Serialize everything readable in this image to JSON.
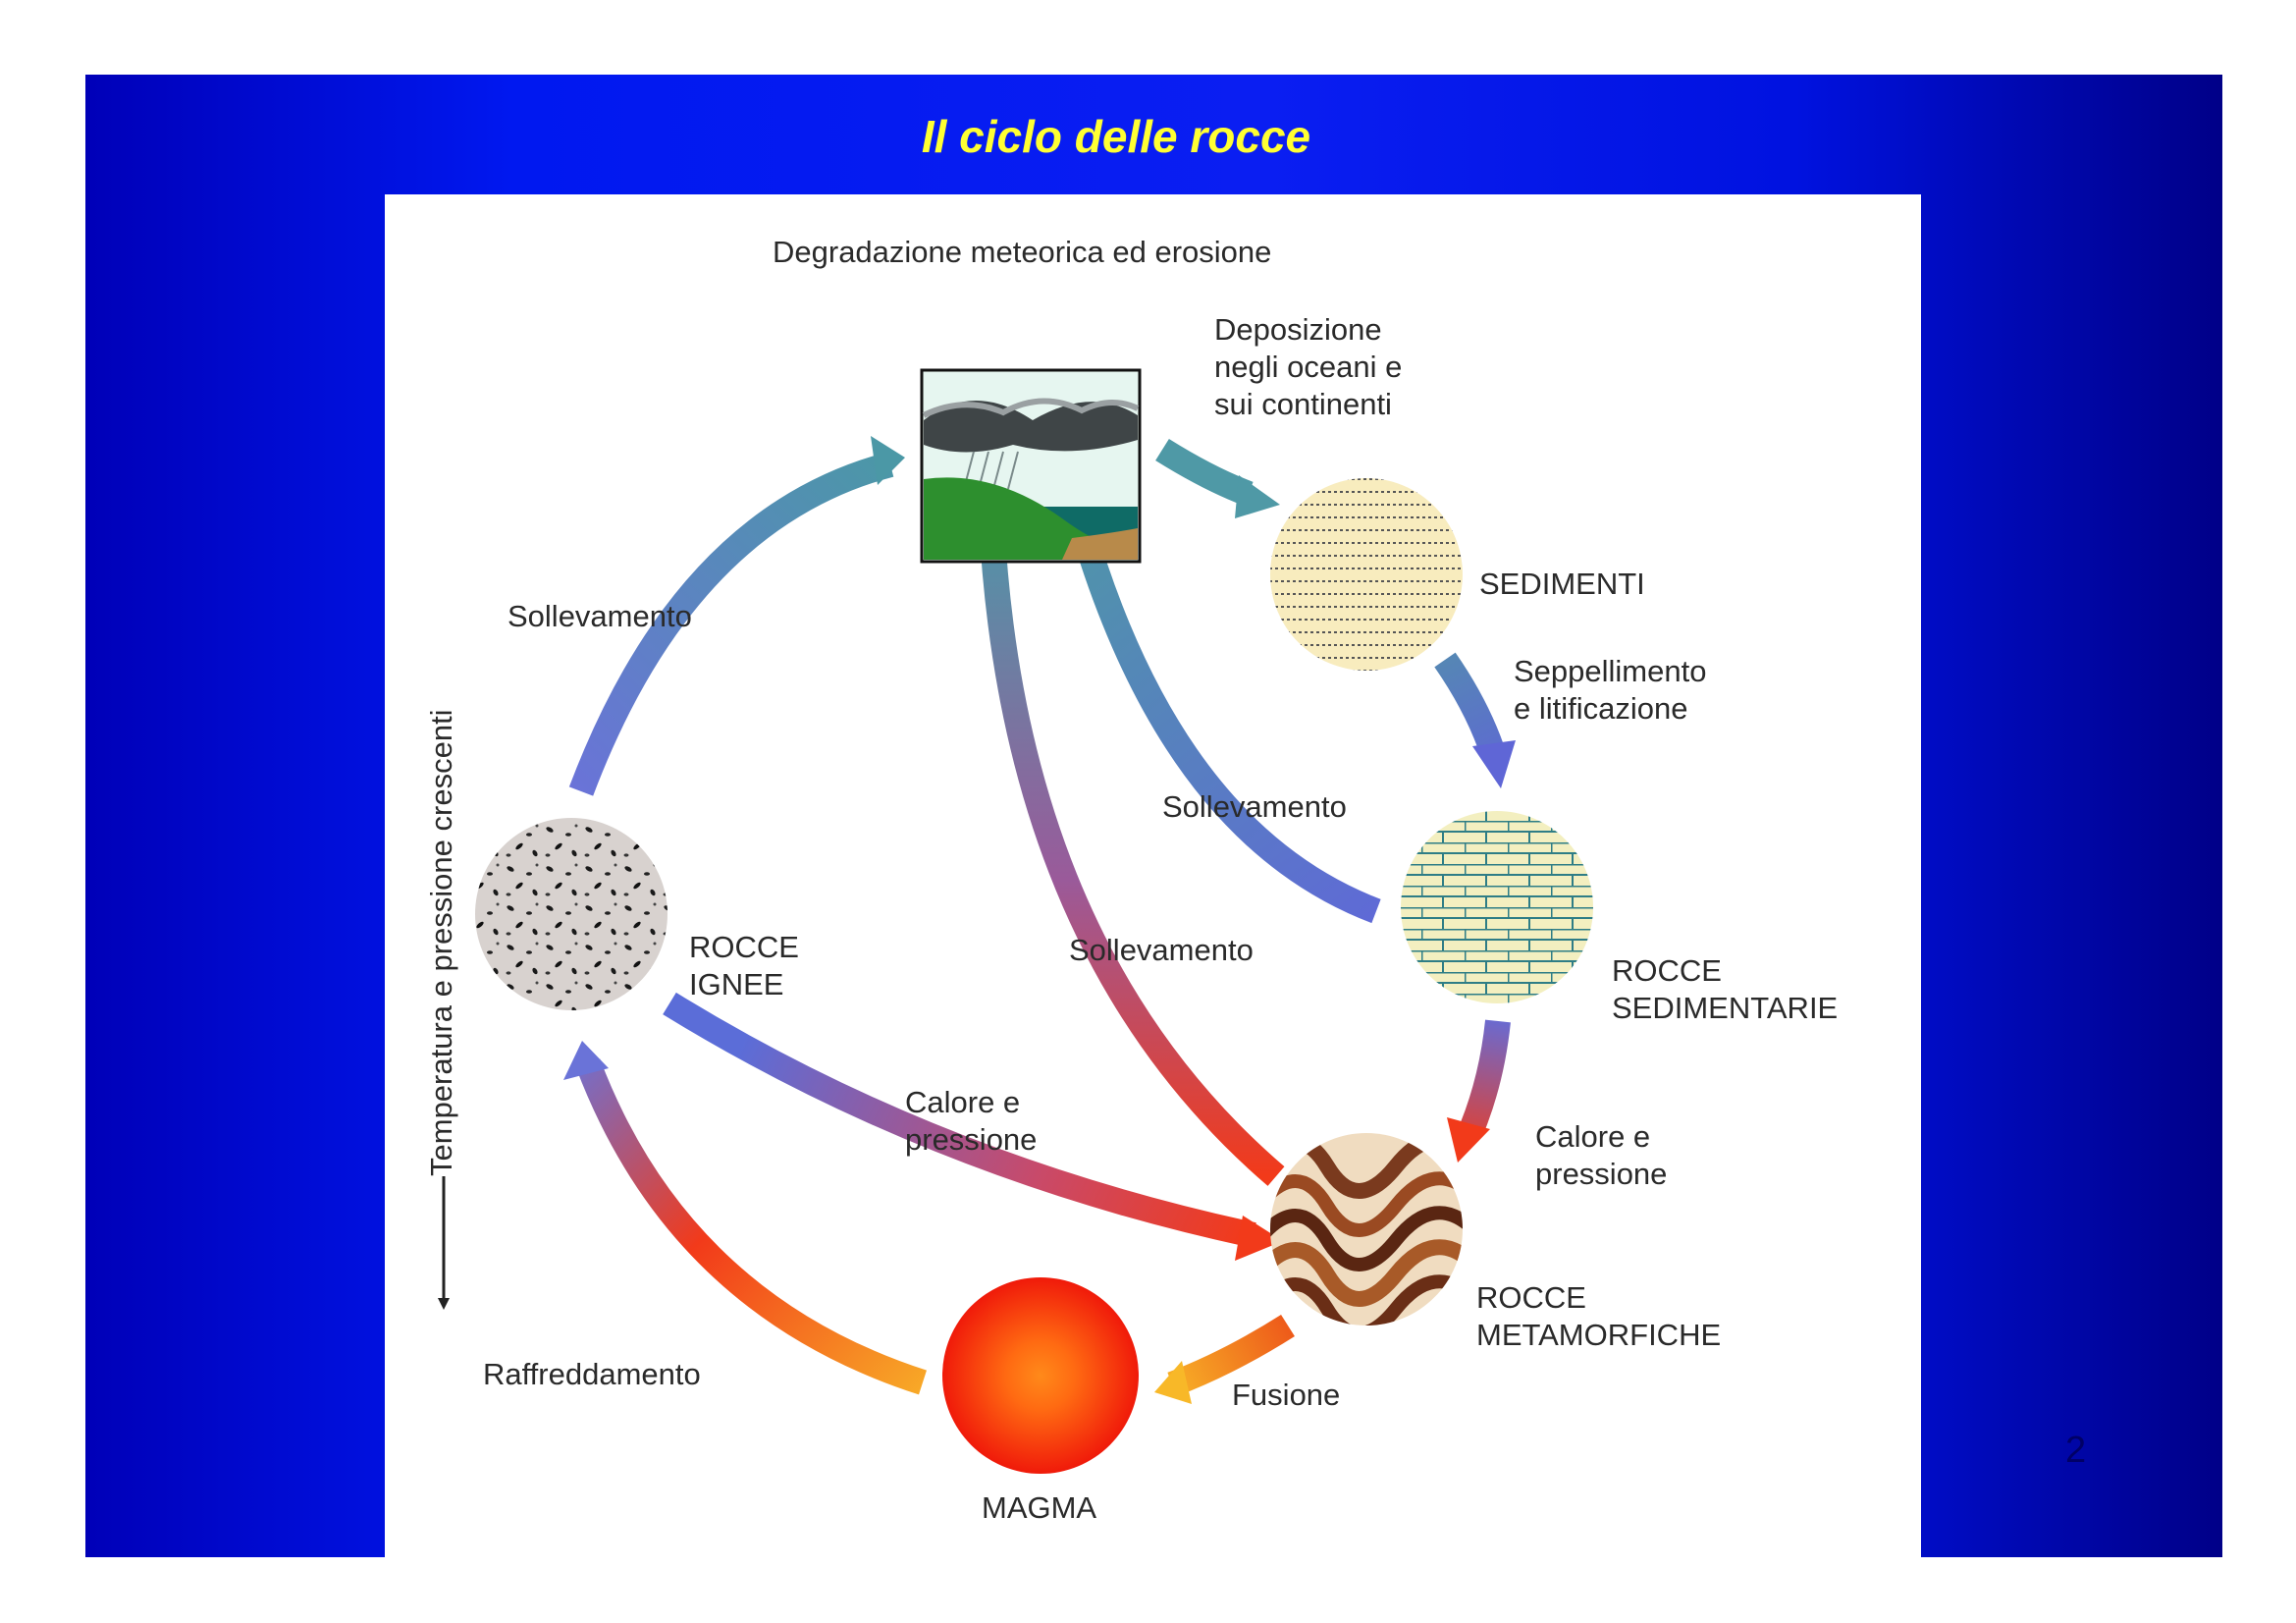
{
  "slide": {
    "title": "Il ciclo delle rocce",
    "page_number": "2",
    "background_color": "#0a1ef2",
    "title_color": "#ffff33"
  },
  "diagram": {
    "top_label": "Degradazione meteorica ed erosione",
    "nodes": {
      "sedimenti": "SEDIMENTI",
      "rocce_sedimentarie": [
        "ROCCE",
        "SEDIMENTARIE"
      ],
      "rocce_metamorfiche": [
        "ROCCE",
        "METAMORFICHE"
      ],
      "magma": "MAGMA",
      "rocce_ignee": [
        "ROCCE",
        "IGNEE"
      ]
    },
    "processes": {
      "deposizione": [
        "Deposizione",
        "negli oceani e",
        "sui continenti"
      ],
      "seppellimento": [
        "Seppellimento",
        "e litificazione"
      ],
      "calore_pressione_right": [
        "Calore e",
        "pressione"
      ],
      "calore_pressione_center": [
        "Calore e",
        "pressione"
      ],
      "fusione": "Fusione",
      "raffreddamento": "Raffreddamento",
      "sollevamento_left": "Sollevamento",
      "sollevamento_mid": "Sollevamento",
      "sollevamento_center": "Sollevamento"
    },
    "axis_label": "Temperatura e pressione crescenti",
    "colors": {
      "cool_arrow": "#4d95a8",
      "mid_arrow": "#6070d0",
      "hot_arrow": "#f23a1a",
      "magma": "#f52010"
    }
  }
}
